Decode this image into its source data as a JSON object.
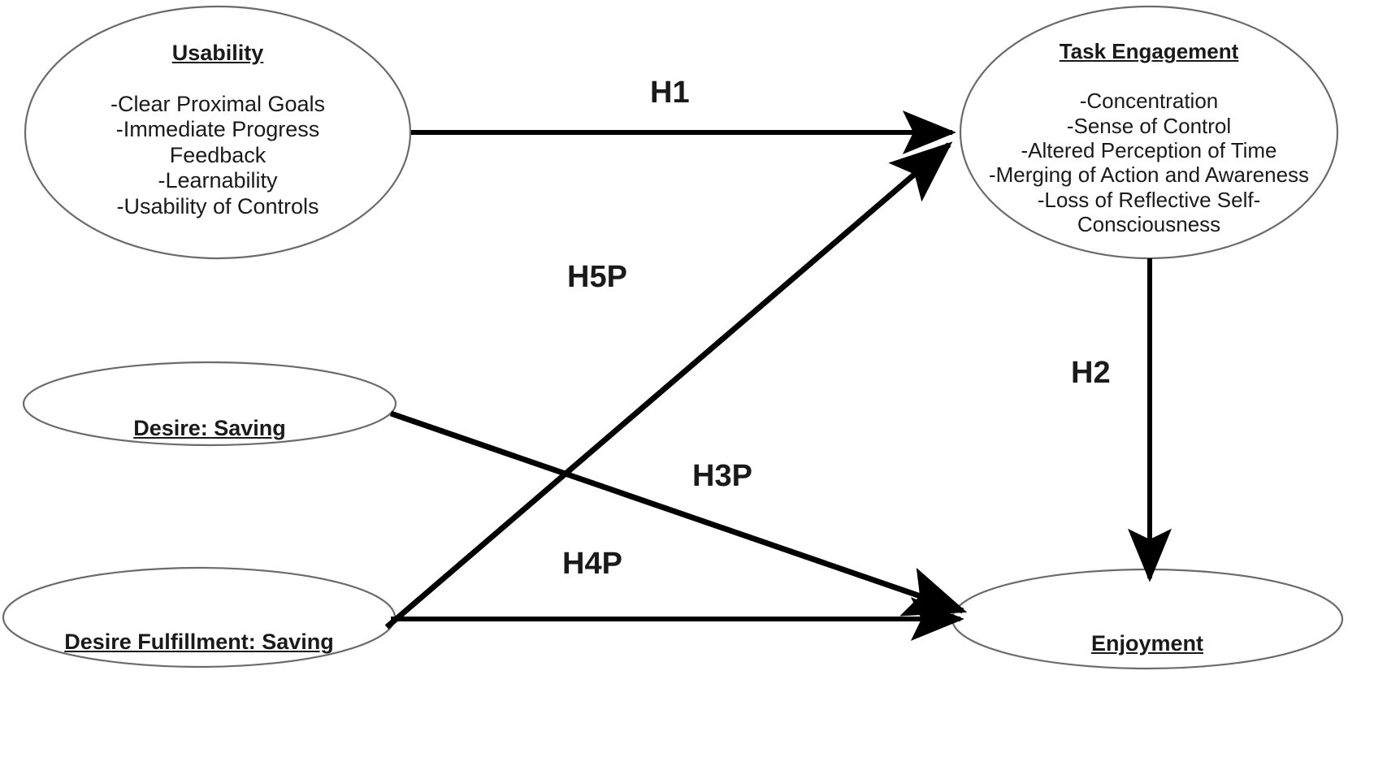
{
  "diagram": {
    "type": "path-model",
    "background_color": "#ffffff",
    "line_color": "#000000",
    "ellipse_stroke_color": "#6b6b6b",
    "text_color": "#1a1a1a",
    "nodes": [
      {
        "id": "usability",
        "title": "Usability",
        "items": "-Clear Proximal Goals\n-Immediate Progress\nFeedback\n-Learnability\n-Usability of Controls",
        "font_size": 27
      },
      {
        "id": "task-engagement",
        "title": "Task Engagement",
        "items": "-Concentration\n-Sense of Control\n-Altered Perception of Time\n-Merging of Action and Awareness\n-Loss of Reflective Self-\nConsciousness",
        "font_size": 26
      },
      {
        "id": "desire-saving",
        "title": "Desire:  Saving",
        "items": "",
        "font_size": 27
      },
      {
        "id": "desire-fulfillment-saving",
        "title": "Desire Fulfillment: Saving",
        "items": "",
        "font_size": 27
      },
      {
        "id": "enjoyment",
        "title": "Enjoyment",
        "items": "",
        "font_size": 27
      }
    ],
    "edges": [
      {
        "id": "h1",
        "label": "H1",
        "from": "usability",
        "to": "task-engagement"
      },
      {
        "id": "h2",
        "label": "H2",
        "from": "task-engagement",
        "to": "enjoyment"
      },
      {
        "id": "h3p",
        "label": "H3P",
        "from": "desire-saving",
        "to": "enjoyment"
      },
      {
        "id": "h4p",
        "label": "H4P",
        "from": "desire-fulfillment-saving",
        "to": "enjoyment"
      },
      {
        "id": "h5p",
        "label": "H5P",
        "from": "desire-fulfillment-saving",
        "to": "task-engagement"
      }
    ]
  }
}
